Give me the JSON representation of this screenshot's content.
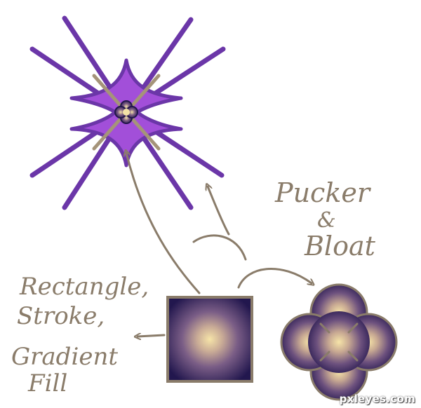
{
  "labels": {
    "pucker_line1": "Pucker",
    "pucker_line2": "&",
    "pucker_line3": "Bloat",
    "left_line1": "Rectangle,",
    "left_line2": "Stroke,",
    "left_line3": "Gradient",
    "left_line4": "Fill"
  },
  "watermark": "pxleyes.com",
  "colors": {
    "purple_stroke": "#6b36a8",
    "purple_fill": "#a24fd9",
    "dark_navy": "#2a1b52",
    "cream": "#f3e2a6",
    "arrow": "#8a7c6a"
  },
  "icons": [
    "star-shape-icon",
    "square-gradient-icon",
    "clover-shape-icon",
    "arrow-icon"
  ]
}
